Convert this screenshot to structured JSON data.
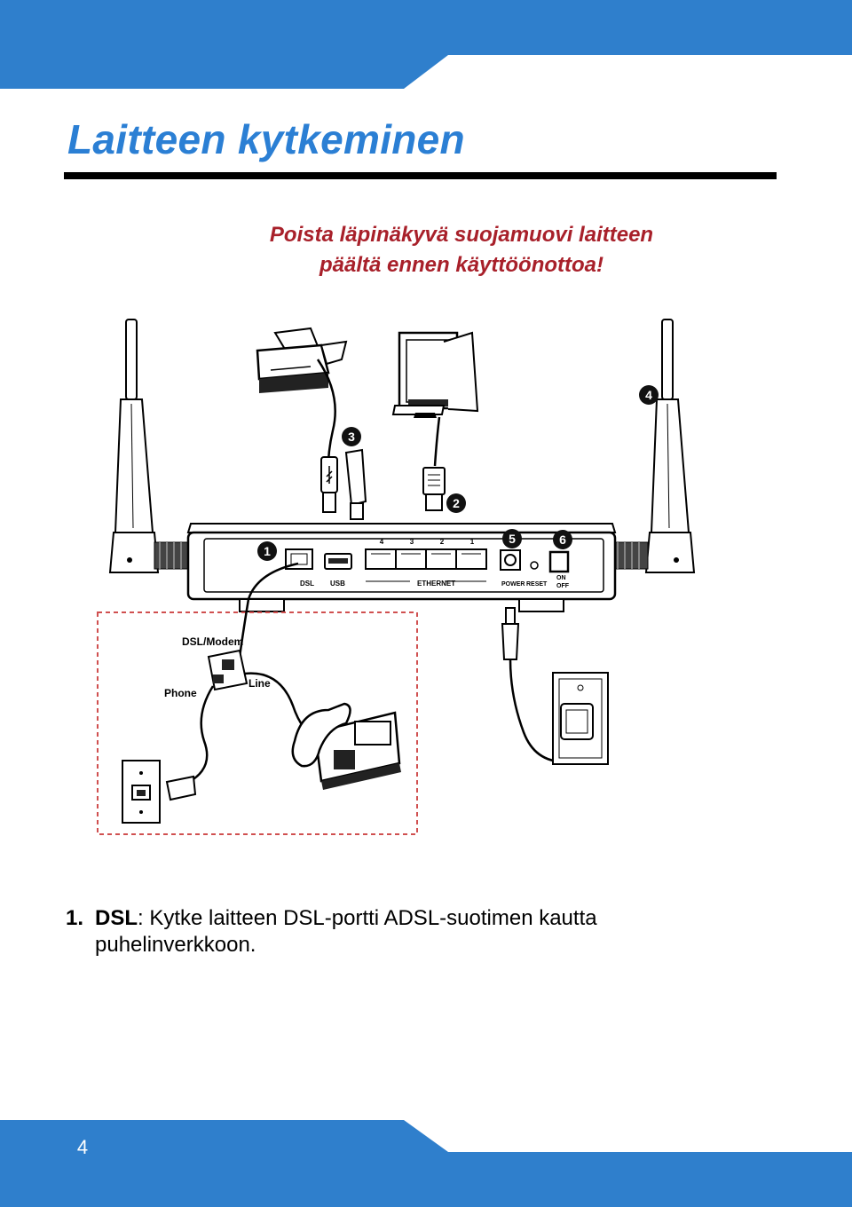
{
  "colors": {
    "brand_blue": "#2f7fcc",
    "title_blue": "#2b7fd4",
    "warning_red": "#a8202a",
    "dashed_box_red": "#d05050"
  },
  "header": {
    "title": "Laitteen kytkeminen"
  },
  "warning": {
    "line1": "Poista läpinäkyvä suojamuovi laitteen",
    "line2": "päältä ennen käyttöönottoa!"
  },
  "diagram": {
    "callouts": [
      "1",
      "2",
      "3",
      "4",
      "5",
      "6"
    ],
    "port_numbers": [
      "4",
      "3",
      "2",
      "1"
    ],
    "port_labels": {
      "dsl": "DSL",
      "usb": "USB",
      "ethernet": "ETHERNET",
      "power": "POWER",
      "reset": "RESET",
      "on": "ON",
      "off": "OFF"
    },
    "splitter_labels": {
      "dsl_modem": "DSL/Modem",
      "phone": "Phone",
      "line": "Line"
    }
  },
  "instructions": [
    {
      "number": "1.",
      "term": "DSL",
      "text": ": Kytke laitteen DSL-portti ADSL-suotimen kautta puhelinverkkoon."
    }
  ],
  "footer": {
    "page_number": "4"
  }
}
